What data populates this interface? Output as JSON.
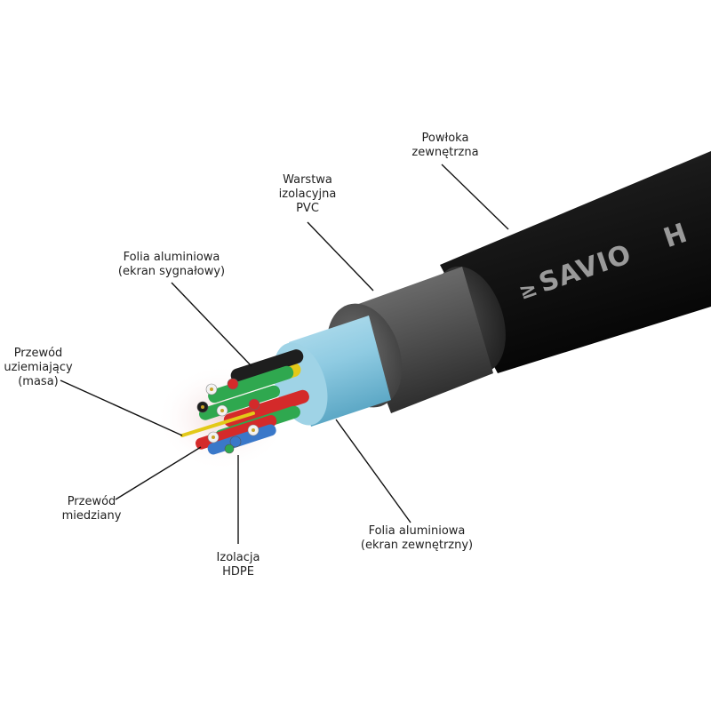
{
  "colors": {
    "jacket": "#141414",
    "pvc_layer": "#505050",
    "outer_foil": "#8fcbe2",
    "leader_line": "#111111"
  },
  "brand": {
    "logo_text": "SAVIO",
    "print_fragment": "H"
  },
  "labels": {
    "outer_sheath": {
      "line1": "Powłoka",
      "line2": "zewnętrzna"
    },
    "pvc_insulation": {
      "line1": "Warstwa",
      "line2": "izolacyjna",
      "line3": "PVC"
    },
    "signal_foil": {
      "line1": "Folia aluminiowa",
      "line2": "(ekran sygnałowy)"
    },
    "ground_wire": {
      "line1": "Przewód",
      "line2": "uziemiający",
      "line3": "(masa)"
    },
    "copper_wire": {
      "line1": "Przewód",
      "line2": "miedziany"
    },
    "hdpe_insulation": {
      "line1": "Izolacja",
      "line2": "HDPE"
    },
    "outer_foil": {
      "line1": "Folia aluminiowa",
      "line2": "(ekran zewnętrzny)"
    }
  },
  "conductor_colors": [
    "#2fa84f",
    "#d42a2a",
    "#e3c918",
    "#1e1e1e",
    "#3a78c9",
    "#f2f2f2",
    "#c9a227"
  ]
}
